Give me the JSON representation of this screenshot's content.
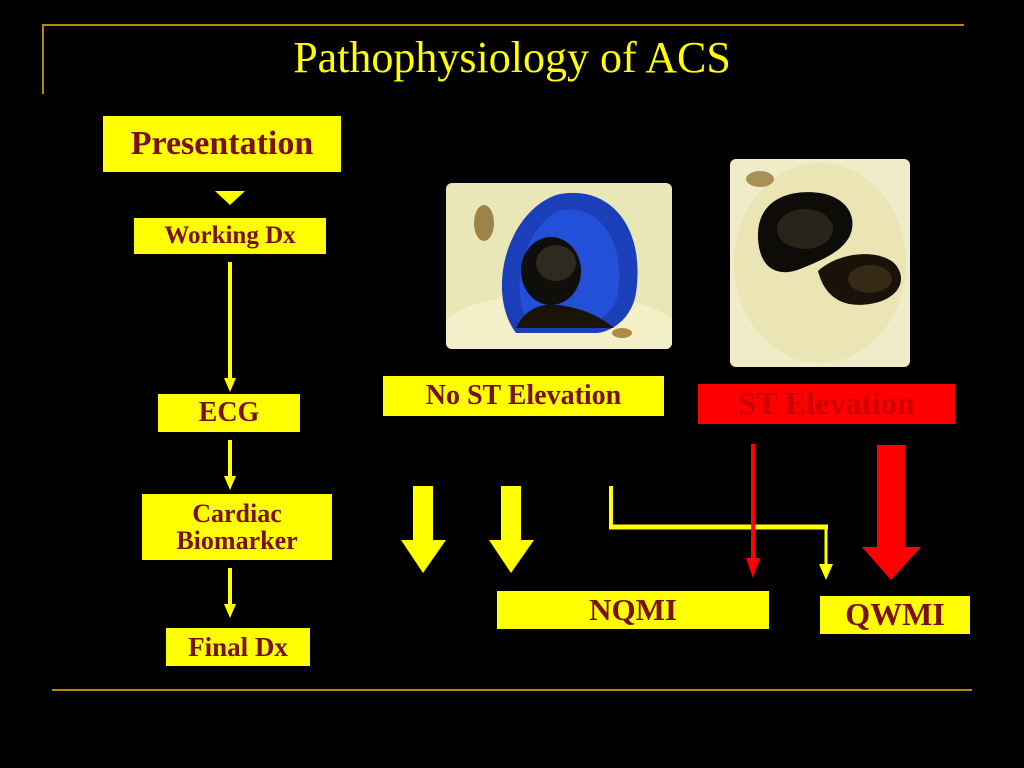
{
  "slide": {
    "title": "Pathophysiology of ACS"
  },
  "flow": {
    "presentation": "Presentation",
    "working_dx": "Working Dx",
    "ecg": "ECG",
    "cardiac_biomarker_line1": "Cardiac",
    "cardiac_biomarker_line2": "Biomarker",
    "final_dx": "Final Dx"
  },
  "outcomes": {
    "no_st_elevation": "No ST Elevation",
    "st_elevation": "ST Elevation",
    "nqmi": "NQMI",
    "qwmi": "QWMI"
  },
  "colors": {
    "background": "#000000",
    "accent_yellow": "#ffff00",
    "accent_red": "#ff0000",
    "frame_gold": "#b8860b",
    "label_text": "#7a1010"
  }
}
